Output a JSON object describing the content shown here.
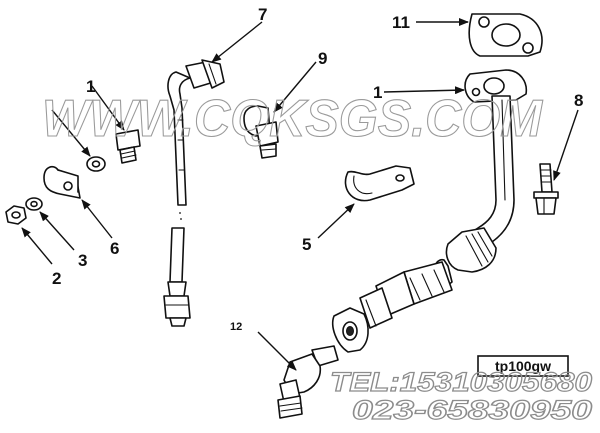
{
  "diagram": {
    "callouts": [
      {
        "id": "1",
        "label": "1"
      },
      {
        "id": "2",
        "label": "2"
      },
      {
        "id": "3",
        "label": "3"
      },
      {
        "id": "5",
        "label": "5"
      },
      {
        "id": "6",
        "label": "6"
      },
      {
        "id": "7",
        "label": "7"
      },
      {
        "id": "8",
        "label": "8"
      },
      {
        "id": "9",
        "label": "9"
      },
      {
        "id": "11",
        "label": "11"
      },
      {
        "id": "12",
        "label": "12"
      }
    ],
    "figure_code": "tp100gw"
  },
  "watermark": {
    "site": "WWW.CQKSGS.COM",
    "tel": "TEL:15310305680",
    "phone": "023-65830950"
  }
}
